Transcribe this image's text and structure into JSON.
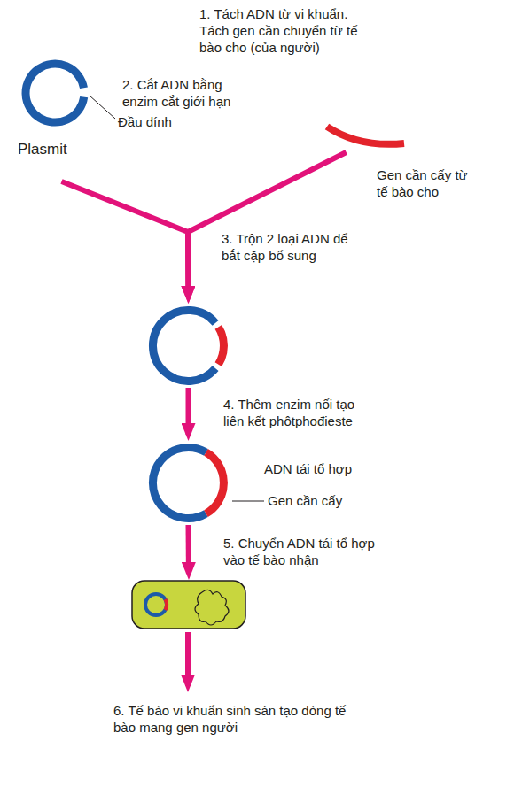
{
  "diagram": {
    "nodes": [
      {
        "text": [
          "Plasmit"
        ]
      },
      {
        "text": [
          "Gen cần cấy từ tế bào cho"
        ]
      },
      {
        "text": []
      },
      {
        "text": [
          "ADN tái tổ hợp",
          "Gen cần cấy"
        ]
      },
      {
        "text": []
      }
    ],
    "edges": [
      {
        "from": 0,
        "to": 2,
        "arrow": "to",
        "label": "3. Trộn 2 loại ADN để bắt cặp bổ sung"
      },
      {
        "from": 1,
        "to": 2,
        "arrow": "to"
      },
      {
        "from": 2,
        "to": 3,
        "arrow": "to",
        "label": "4. Thêm enzim nối tạo liên kết phôtphođieste"
      },
      {
        "from": 3,
        "to": 4,
        "arrow": "to",
        "label": "5. Chuyển ADN tái tổ hợp vào tế bào nhận"
      }
    ],
    "labels": [
      "1. Tách ADN từ vi khuẩn. Tách gen cần chuyển từ tế bào cho (của người)",
      "2. Cắt ADN bằng enzim cắt giới hạn",
      "Đầu dính",
      "6. Tế bào vi khuẩn sinh sản tạo dòng tế bào mang gen người"
    ]
  }
}
